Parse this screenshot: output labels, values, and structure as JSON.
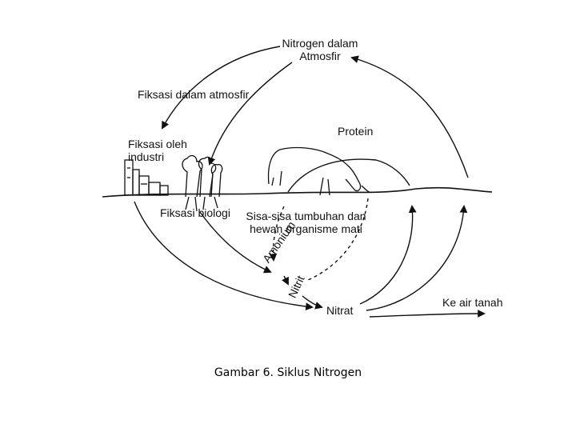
{
  "diagram": {
    "labels": {
      "atmosphere_line1": "Nitrogen dalam",
      "atmosphere_line2": "Atmosfir",
      "atmospheric_fixation": "Fiksasi dalam atmosfir",
      "industrial_line1": "Fiksasi oleh",
      "industrial_line2": "industri",
      "biological_fixation": "Fiksasi biologi",
      "protein": "Protein",
      "remains_line1": "Sisa-sisa tumbuhan dan",
      "remains_line2": "hewan organisme mati",
      "ammonium": "Amonium",
      "nitrite": "Nitrit",
      "nitrate": "Nitrat",
      "groundwater": "Ke air tanah"
    },
    "caption": "Gambar 6.  Siklus Nitrogen",
    "line_color": "#111111"
  }
}
